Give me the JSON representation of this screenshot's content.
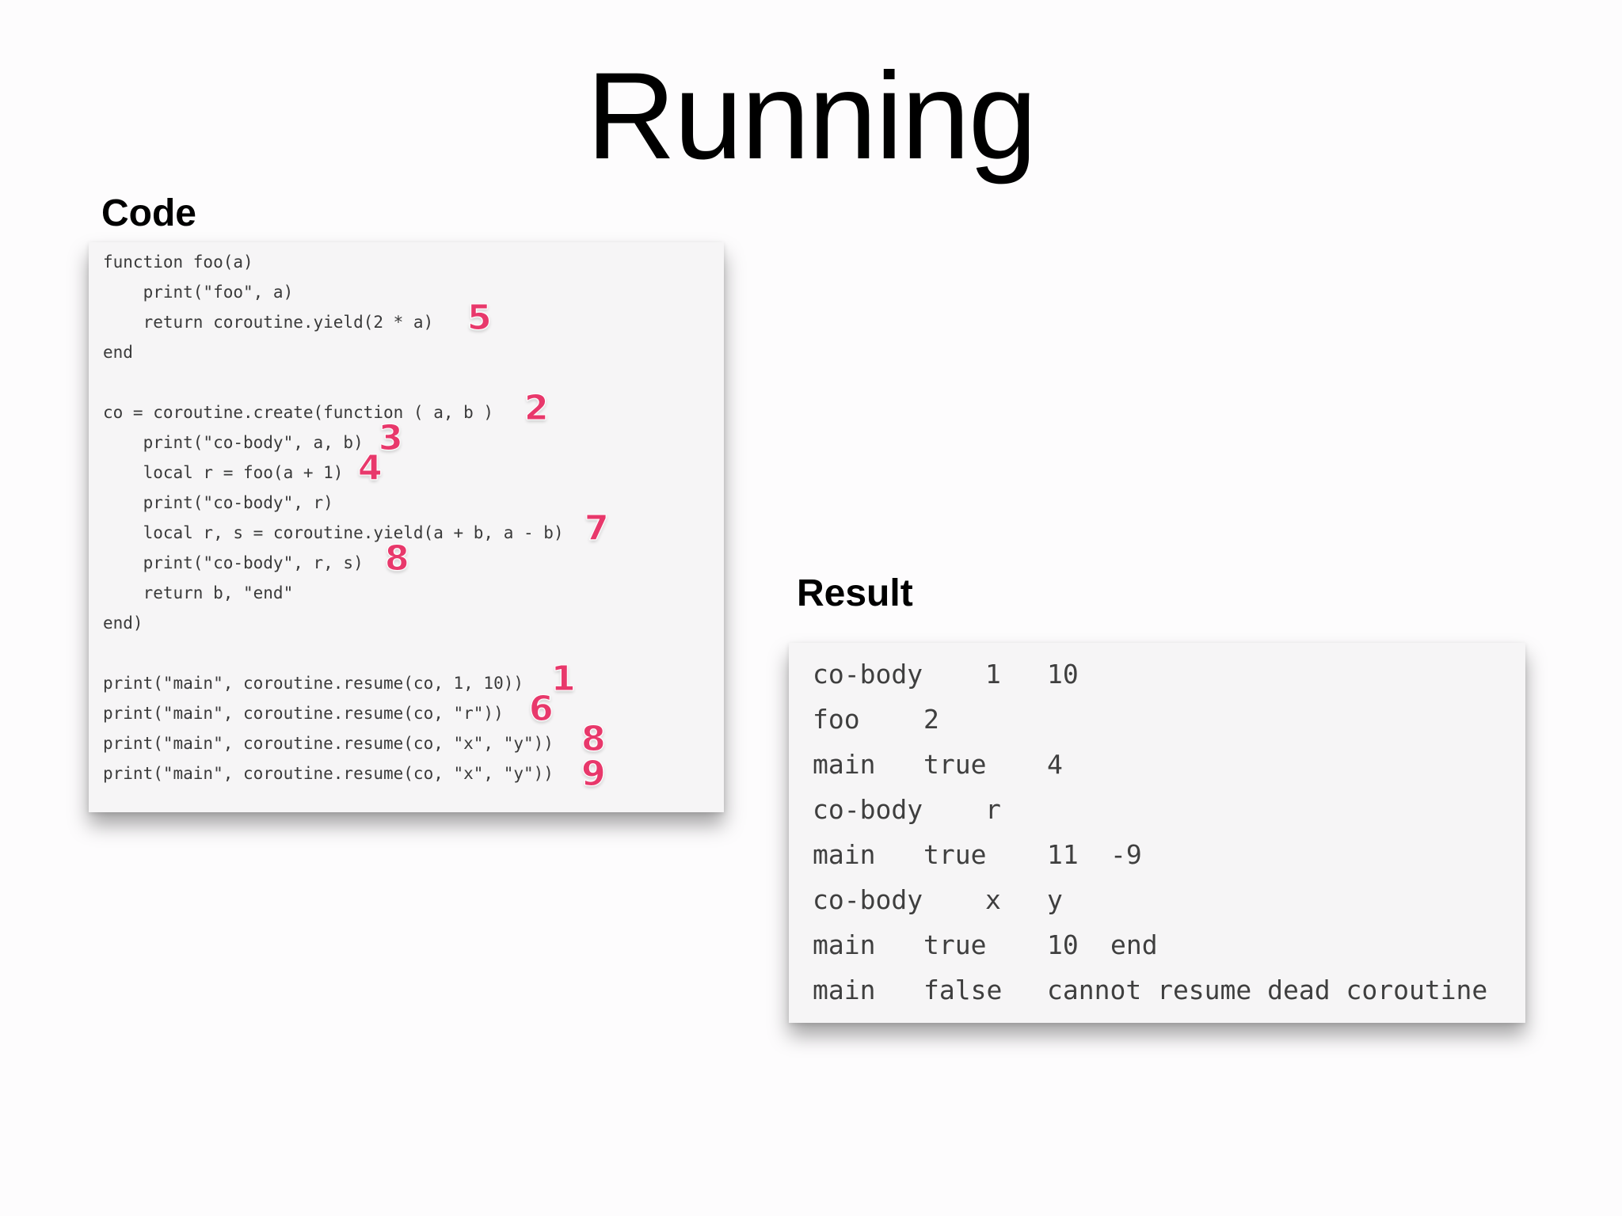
{
  "slide": {
    "title": "Running",
    "code_heading": "Code",
    "result_heading": "Result"
  },
  "code": {
    "lines": [
      "function foo(a)",
      "    print(\"foo\", a)",
      "    return coroutine.yield(2 * a)",
      "end",
      "",
      "co = coroutine.create(function ( a, b )",
      "    print(\"co-body\", a, b)",
      "    local r = foo(a + 1)",
      "    print(\"co-body\", r)",
      "    local r, s = coroutine.yield(a + b, a - b)",
      "    print(\"co-body\", r, s)",
      "    return b, \"end\"",
      "end)",
      "",
      "print(\"main\", coroutine.resume(co, 1, 10))",
      "print(\"main\", coroutine.resume(co, \"r\"))",
      "print(\"main\", coroutine.resume(co, \"x\", \"y\"))",
      "print(\"main\", coroutine.resume(co, \"x\", \"y\"))"
    ],
    "markers": [
      {
        "label": "5",
        "line": 3
      },
      {
        "label": "2",
        "line": 6
      },
      {
        "label": "3",
        "line": 7
      },
      {
        "label": "4",
        "line": 8
      },
      {
        "label": "7",
        "line": 10
      },
      {
        "label": "8",
        "line": 11
      },
      {
        "label": "1",
        "line": 15
      },
      {
        "label": "6",
        "line": 16
      },
      {
        "label": "8",
        "line": 17
      },
      {
        "label": "9",
        "line": 18
      }
    ],
    "marker_color": "#e8386b"
  },
  "result": {
    "rows": [
      [
        "co-body",
        "1",
        "10",
        ""
      ],
      [
        "foo",
        "2",
        "",
        ""
      ],
      [
        "main",
        "true",
        "4",
        ""
      ],
      [
        "co-body",
        "r",
        "",
        ""
      ],
      [
        "main",
        "true",
        "11",
        "-9"
      ],
      [
        "co-body",
        "x",
        "y",
        ""
      ],
      [
        "main",
        "true",
        "10",
        "end"
      ],
      [
        "main",
        "false",
        "cannot resume dead coroutine",
        ""
      ]
    ]
  }
}
